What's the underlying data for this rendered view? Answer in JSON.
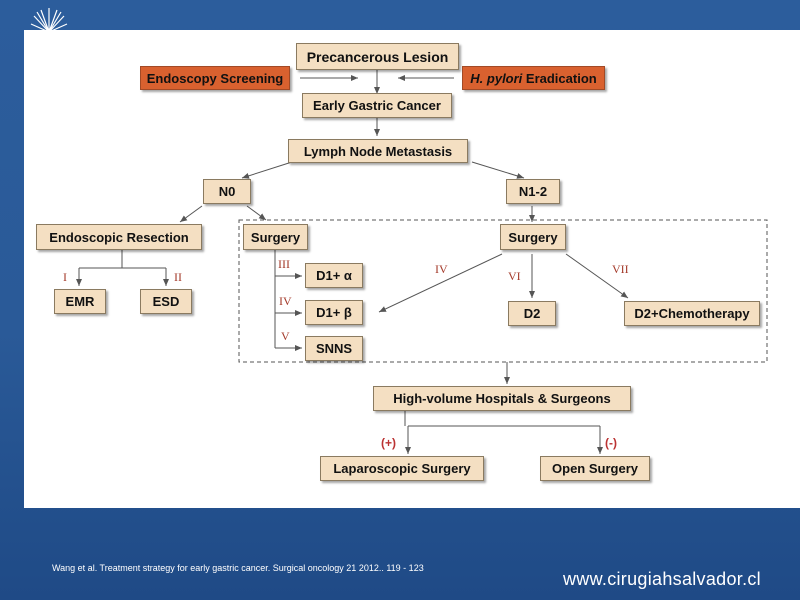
{
  "nodes": {
    "precancerous": "Precancerous Lesion",
    "endoscopy_screening": "Endoscopy Screening",
    "hpylori_italic": "H. pylori",
    "hpylori_rest": " Eradication",
    "early_gastric_cancer": "Early Gastric Cancer",
    "lymph_node": "Lymph Node Metastasis",
    "n0": "N0",
    "n12": "N1-2",
    "endoscopic_resection": "Endoscopic Resection",
    "surgery_left": "Surgery",
    "surgery_right": "Surgery",
    "emr": "EMR",
    "esd": "ESD",
    "d1_alpha": "D1+ α",
    "d1_beta": "D1+ β",
    "snns": "SNNS",
    "d2": "D2",
    "d2_chemo": "D2+Chemotherapy",
    "high_volume": "High-volume Hospitals & Surgeons",
    "laparoscopic": "Laparoscopic Surgery",
    "open_surgery": "Open Surgery"
  },
  "labels": {
    "i": "I",
    "ii": "II",
    "iii": "III",
    "iv_left": "IV",
    "v": "V",
    "iv_right": "IV",
    "vi": "VI",
    "vii": "VII",
    "plus": "(+)",
    "minus": "(-)"
  },
  "colors": {
    "box_fill": "#f4dfc2",
    "orange_box": "#d9612f",
    "roman_numerals": "#a43a2a",
    "background": "#2c5d9c"
  },
  "footer": {
    "citation": "Wang et al. Treatment strategy for early gastric cancer.  Surgical oncology 21 2012..  119  - 123",
    "website": "www.cirugiahsalvador.cl"
  }
}
